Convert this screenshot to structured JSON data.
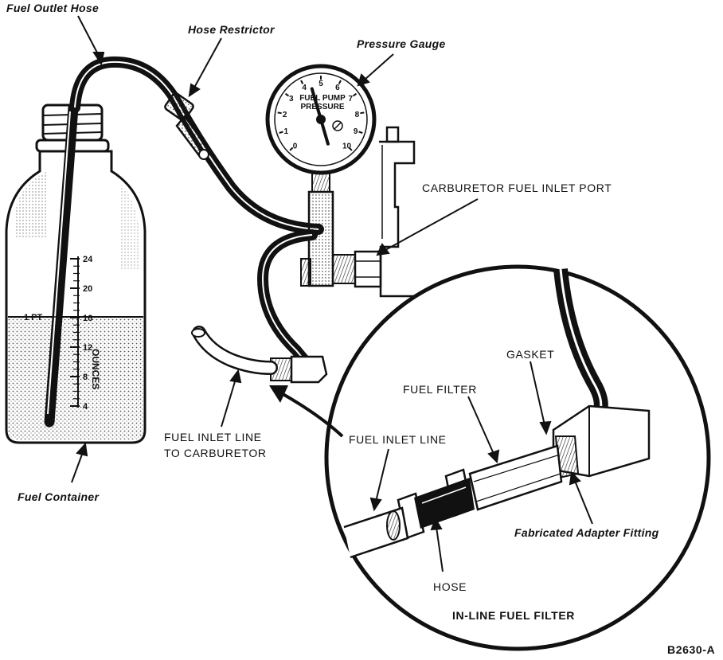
{
  "labels": {
    "fuel_outlet_hose": "Fuel Outlet Hose",
    "hose_restrictor": "Hose Restrictor",
    "pressure_gauge": "Pressure Gauge",
    "carburetor_fuel_inlet_port": "CARBURETOR FUEL INLET PORT",
    "fuel_inlet_line_to_carburetor": [
      "FUEL INLET LINE",
      "TO CARBURETOR"
    ],
    "fuel_container": "Fuel Container",
    "gasket": "GASKET",
    "fuel_filter": "FUEL FILTER",
    "fuel_inlet_line": "FUEL INLET LINE",
    "fabricated_adapter_fitting": "Fabricated Adapter Fitting",
    "hose": "HOSE",
    "inline_fuel_filter": "IN-LINE FUEL FILTER",
    "figure_code": "B2630-A"
  },
  "gauge": {
    "line1": "FUEL PUMP",
    "line2": "PRESSURE",
    "dial_numbers": [
      "0",
      "1",
      "2",
      "3",
      "4",
      "5",
      "6",
      "7",
      "8",
      "9",
      "10"
    ],
    "needle_reading": 4.4
  },
  "bottle": {
    "scale_ticks": [
      "24",
      "20",
      "16",
      "12",
      "8",
      "4"
    ],
    "pint_mark": "1 PT",
    "unit_label": "OUNCES"
  }
}
